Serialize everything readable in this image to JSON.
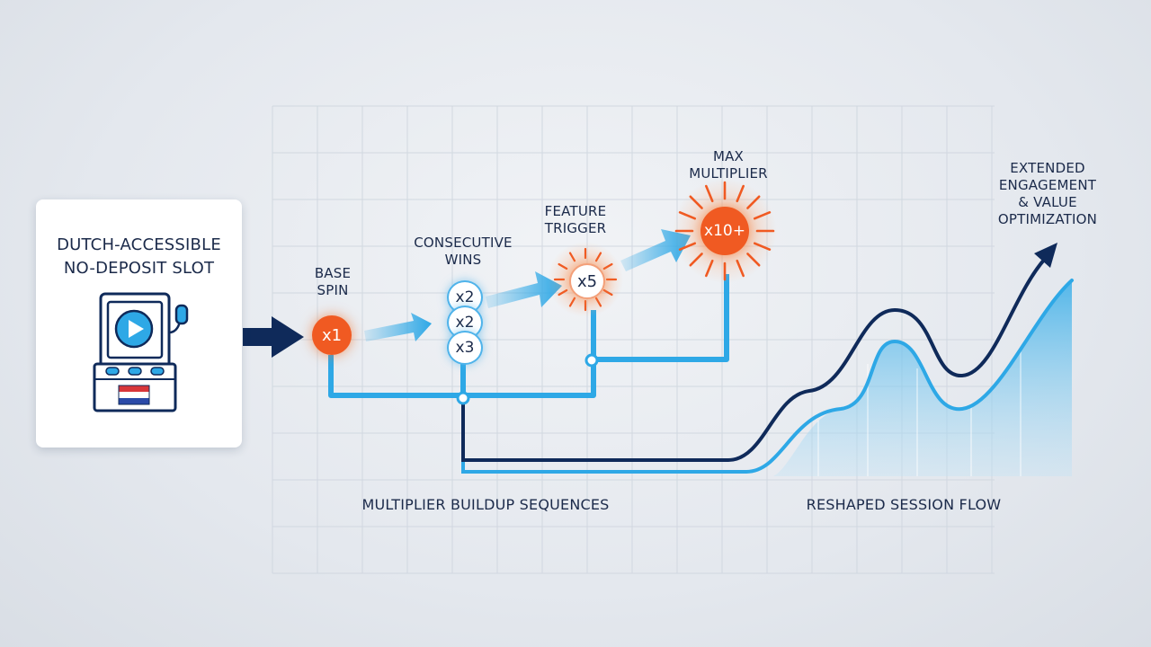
{
  "slot_card": {
    "title_line1": "DUTCH-ACCESSIBLE",
    "title_line2": "NO-DEPOSIT SLOT"
  },
  "stages": {
    "base_spin": {
      "label_line1": "BASE",
      "label_line2": "SPIN",
      "multiplier": "x1"
    },
    "consecutive_wins": {
      "label_line1": "CONSECUTIVE",
      "label_line2": "WINS",
      "multipliers": [
        "x2",
        "x2",
        "x3"
      ]
    },
    "feature_trigger": {
      "label_line1": "FEATURE",
      "label_line2": "TRIGGER",
      "multiplier": "x5"
    },
    "max_multiplier": {
      "label_line1": "MAX",
      "label_line2": "MULTIPLIER",
      "multiplier": "x10+"
    }
  },
  "outcome": {
    "line1": "EXTENDED",
    "line2": "ENGAGEMENT",
    "line3": "& VALUE",
    "line4": "OPTIMIZATION"
  },
  "captions": {
    "buildup": "MULTIPLIER BUILDUP SEQUENCES",
    "session": "RESHAPED SESSION FLOW"
  },
  "colors": {
    "navy": "#0f2a5a",
    "sky": "#2ea8e6",
    "orange": "#f05a22",
    "text": "#1b2a4a"
  },
  "icons": {
    "slot": "slot-machine-icon",
    "play": "play-icon",
    "flag": "netherlands-flag-icon"
  }
}
